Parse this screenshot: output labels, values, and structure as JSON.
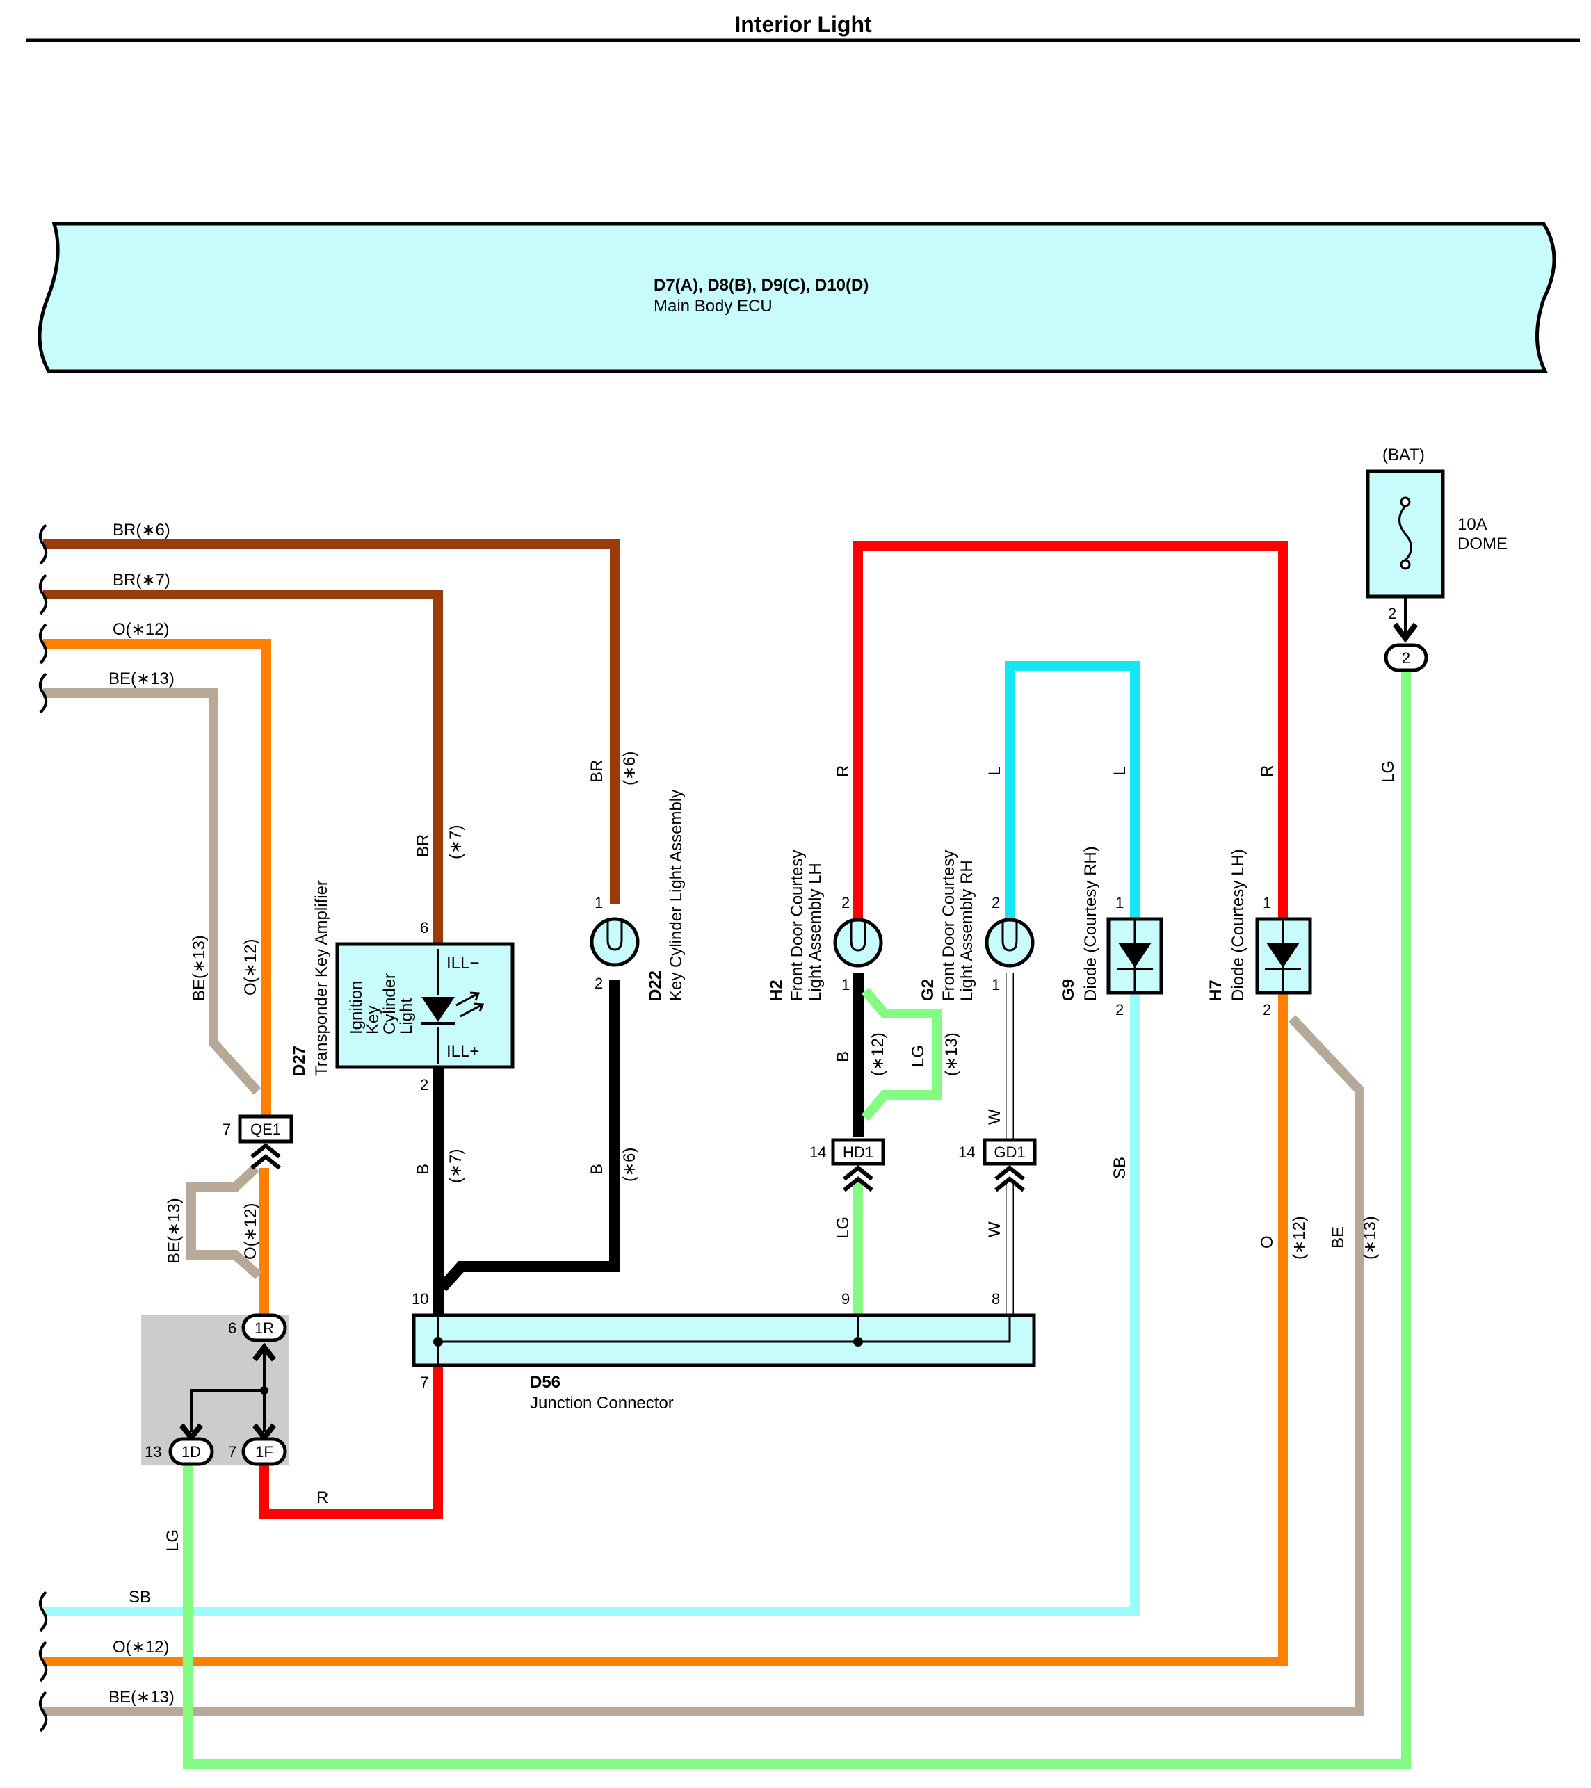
{
  "title": "Interior Light",
  "colors": {
    "BR": "#9a3b0b",
    "O": "#ff8000",
    "BE": "#b8a898",
    "B": "#000000",
    "R": "#ff0000",
    "L": "#16e6f4",
    "SB": "#9cfcfc",
    "LG": "#84fc84",
    "W": "#ffffff",
    "box": "#c8fcfc",
    "splice": "#cccccc"
  },
  "ecu": {
    "code": "D7(A), D8(B), D9(C), D10(D)",
    "name": "Main Body ECU"
  },
  "fuse": {
    "supply": "(BAT)",
    "rating": "10A",
    "name": "DOME",
    "pin": "2",
    "conn_pin": "2"
  },
  "left_wires": {
    "br6": "BR(∗6)",
    "br7": "BR(∗7)",
    "o12": "O(∗12)",
    "be13": "BE(∗13)"
  },
  "bottom_wires": {
    "sb": "SB",
    "o12": "O(∗12)",
    "be13": "BE(∗13)"
  },
  "wire_labels": {
    "BR": "BR",
    "B": "B",
    "R": "R",
    "L": "L",
    "LG": "LG",
    "W": "W",
    "O": "O",
    "BE": "BE",
    "SB": "SB",
    "v_be13": "BE(∗13)",
    "v_o12": "O(∗12)",
    "s6": "(∗6)",
    "s7": "(∗7)",
    "s12": "(∗12)",
    "s13": "(∗13)"
  },
  "components": {
    "d27": {
      "code": "D27",
      "name": "Transponder Key Amplifier",
      "inner": [
        "Ignition",
        "Key",
        "Cylinder",
        "Light"
      ],
      "ill_minus": "ILL−",
      "ill_plus": "ILL+",
      "pin_top": "6",
      "pin_bottom": "2"
    },
    "d22": {
      "code": "D22",
      "name": "Key Cylinder Light Assembly",
      "pin_top": "1",
      "pin_bottom": "2"
    },
    "h2": {
      "code": "H2",
      "name1": "Front Door Courtesy",
      "name2": "Light Assembly LH",
      "pin_top": "2",
      "pin_bottom": "1"
    },
    "g2": {
      "code": "G2",
      "name1": "Front Door Courtesy",
      "name2": "Light Assembly RH",
      "pin_top": "2",
      "pin_bottom": "1"
    },
    "g9": {
      "code": "G9",
      "name": "Diode (Courtesy RH)",
      "pin_top": "1",
      "pin_bottom": "2"
    },
    "h7": {
      "code": "H7",
      "name": "Diode (Courtesy LH)",
      "pin_top": "1",
      "pin_bottom": "2"
    },
    "d56": {
      "code": "D56",
      "name": "Junction Connector",
      "pin10": "10",
      "pin9": "9",
      "pin8": "8",
      "pin7": "7"
    }
  },
  "connectors": {
    "qe1": {
      "label": "QE1",
      "pin": "7"
    },
    "hd1": {
      "label": "HD1",
      "pin": "14"
    },
    "gd1": {
      "label": "GD1",
      "pin": "14"
    },
    "r1": {
      "label": "1R",
      "pin": "6"
    },
    "d1": {
      "label": "1D",
      "pin": "13"
    },
    "f1": {
      "label": "1F",
      "pin": "7"
    }
  }
}
